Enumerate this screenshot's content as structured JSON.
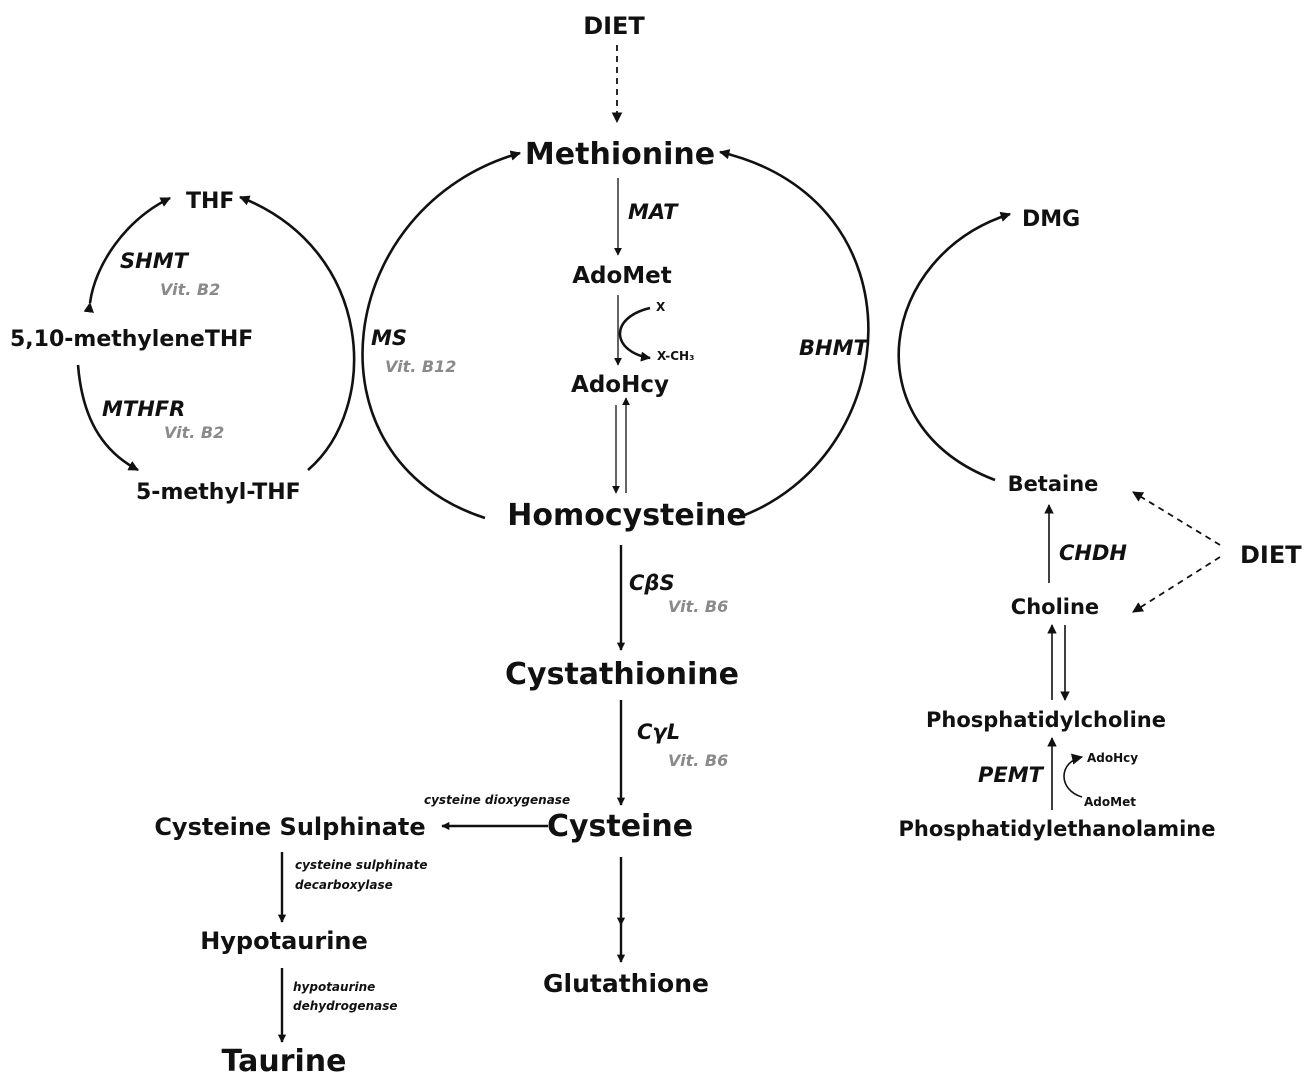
{
  "nodes": {
    "diet_top": "DIET",
    "methionine": "Methionine",
    "adomet": "AdoMet",
    "adohcy": "AdoHcy",
    "x": "X",
    "x_ch3": "X-CH₃",
    "homocysteine": "Homocysteine",
    "cystathionine": "Cystathionine",
    "cysteine": "Cysteine",
    "glutathione": "Glutathione",
    "cysteine_sulphinate": "Cysteine Sulphinate",
    "hypotaurine": "Hypotaurine",
    "taurine": "Taurine",
    "thf": "THF",
    "methylene_thf": "5,10-methyleneTHF",
    "methyl_thf": "5-methyl-THF",
    "dmg": "DMG",
    "betaine": "Betaine",
    "choline": "Choline",
    "diet_right": "DIET",
    "phosphatidylcholine": "Phosphatidylcholine",
    "phosphatidylethanolamine": "Phosphatidylethanolamine",
    "pemt_adohcy": "AdoHcy",
    "pemt_adomet": "AdoMet"
  },
  "enzymes": {
    "mat": "MAT",
    "ms": "MS",
    "bhmt": "BHMT",
    "shmt": "SHMT",
    "mthfr": "MTHFR",
    "cbs": "CβS",
    "cyl": "CγL",
    "chdh": "CHDH",
    "pemt": "PEMT",
    "cdo": "cysteine dioxygenase",
    "csd_line1": "cysteine sulphinate",
    "csd_line2": "decarboxylase",
    "htd_line1": "hypotaurine",
    "htd_line2": "dehydrogenase"
  },
  "cofactors": {
    "shmt": "Vit. B2",
    "mthfr": "Vit. B2",
    "ms": "Vit. B12",
    "cbs": "Vit. B6",
    "cyl": "Vit. B6"
  },
  "colors": {
    "line": "#111111",
    "cofactor": "#8a8a8a",
    "background": "#ffffff"
  }
}
